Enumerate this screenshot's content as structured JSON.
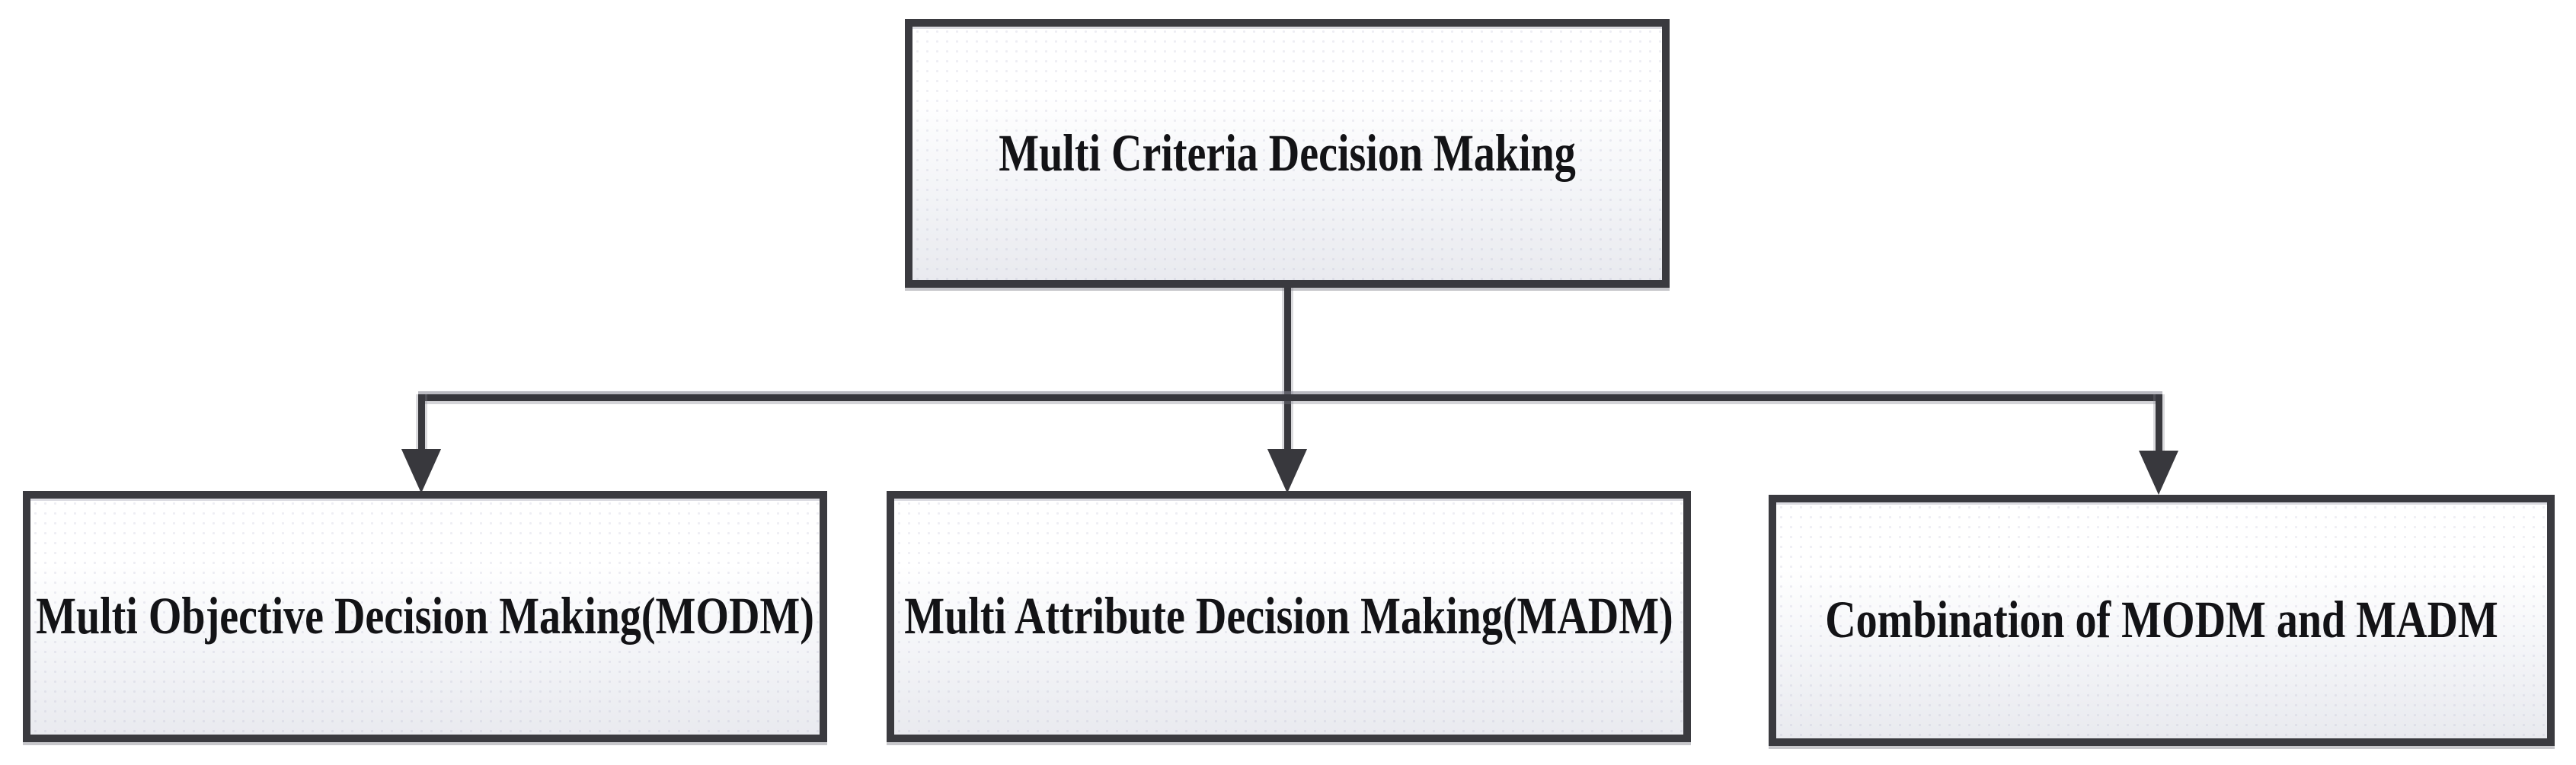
{
  "diagram": {
    "root": {
      "label": "Multi Criteria Decision Making"
    },
    "children": [
      {
        "label": "Multi Objective Decision Making(MODM)"
      },
      {
        "label": "Multi Attribute Decision Making(MADM)"
      },
      {
        "label": "Combination of MODM and MADM"
      }
    ],
    "colors": {
      "border": "#3a3a3f",
      "connector": "#38383d",
      "fill_top": "#ffffff",
      "fill_bottom": "#e9eaef",
      "text": "#131316",
      "background": "#ffffff"
    }
  }
}
